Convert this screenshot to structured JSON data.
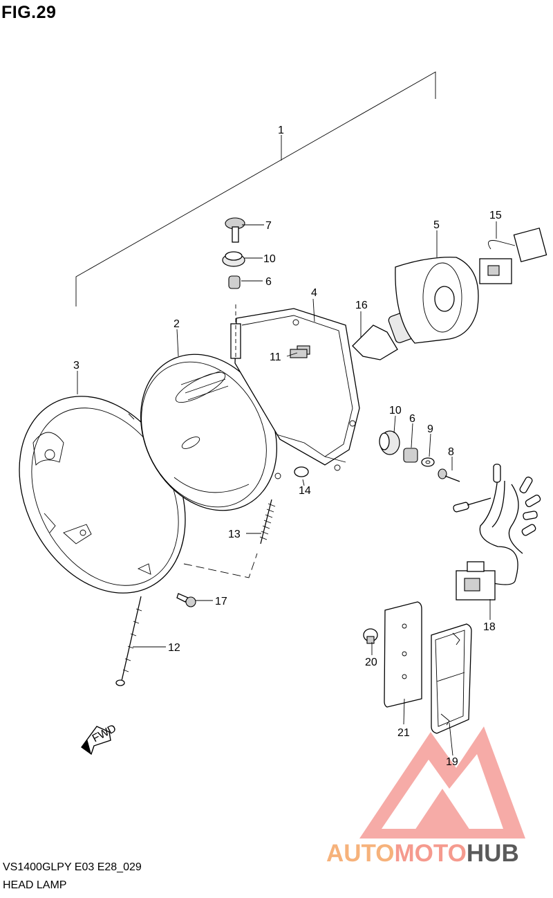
{
  "figure": {
    "title": "FIG.29"
  },
  "callouts": [
    {
      "id": "1",
      "label": "1"
    },
    {
      "id": "2",
      "label": "2"
    },
    {
      "id": "3",
      "label": "3"
    },
    {
      "id": "4",
      "label": "4"
    },
    {
      "id": "5",
      "label": "5"
    },
    {
      "id": "6a",
      "label": "6"
    },
    {
      "id": "6b",
      "label": "6"
    },
    {
      "id": "7",
      "label": "7"
    },
    {
      "id": "8",
      "label": "8"
    },
    {
      "id": "9",
      "label": "9"
    },
    {
      "id": "10a",
      "label": "10"
    },
    {
      "id": "10b",
      "label": "10"
    },
    {
      "id": "11",
      "label": "11"
    },
    {
      "id": "12",
      "label": "12"
    },
    {
      "id": "13",
      "label": "13"
    },
    {
      "id": "14",
      "label": "14"
    },
    {
      "id": "15",
      "label": "15"
    },
    {
      "id": "16",
      "label": "16"
    },
    {
      "id": "17",
      "label": "17"
    },
    {
      "id": "18",
      "label": "18"
    },
    {
      "id": "19",
      "label": "19"
    },
    {
      "id": "20",
      "label": "20"
    },
    {
      "id": "21",
      "label": "21"
    }
  ],
  "direction_marker": {
    "label": "FWD"
  },
  "footer": {
    "model_code": "VS1400GLPY E03 E28_029",
    "section_name": "HEAD LAMP"
  },
  "watermark": {
    "part1": "AUTO",
    "part2": "MOTO",
    "part3": "HUB",
    "colors": [
      "#f6b27b",
      "#f59a8e",
      "#5a5a5a"
    ]
  }
}
